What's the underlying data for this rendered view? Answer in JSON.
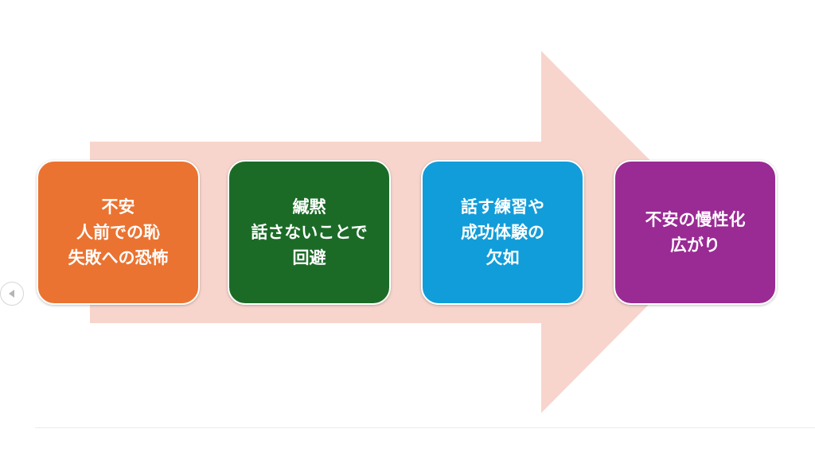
{
  "colors": {
    "arrow": "#f7d5cc",
    "box_1": "#ea7331",
    "box_2": "#1b6b27",
    "box_3": "#119dd9",
    "box_4": "#9a2a94",
    "text": "#ffffff"
  },
  "steps": [
    {
      "lines": [
        "不安",
        "人前での恥",
        "失敗への恐怖"
      ]
    },
    {
      "lines": [
        "緘黙",
        "話さないことで",
        "回避"
      ]
    },
    {
      "lines": [
        "話す練習や",
        "成功体験の",
        "欠如"
      ]
    },
    {
      "lines": [
        "不安の慢性化",
        "広がり"
      ]
    }
  ],
  "nav": {
    "prev_icon": "chevron-left-icon"
  }
}
